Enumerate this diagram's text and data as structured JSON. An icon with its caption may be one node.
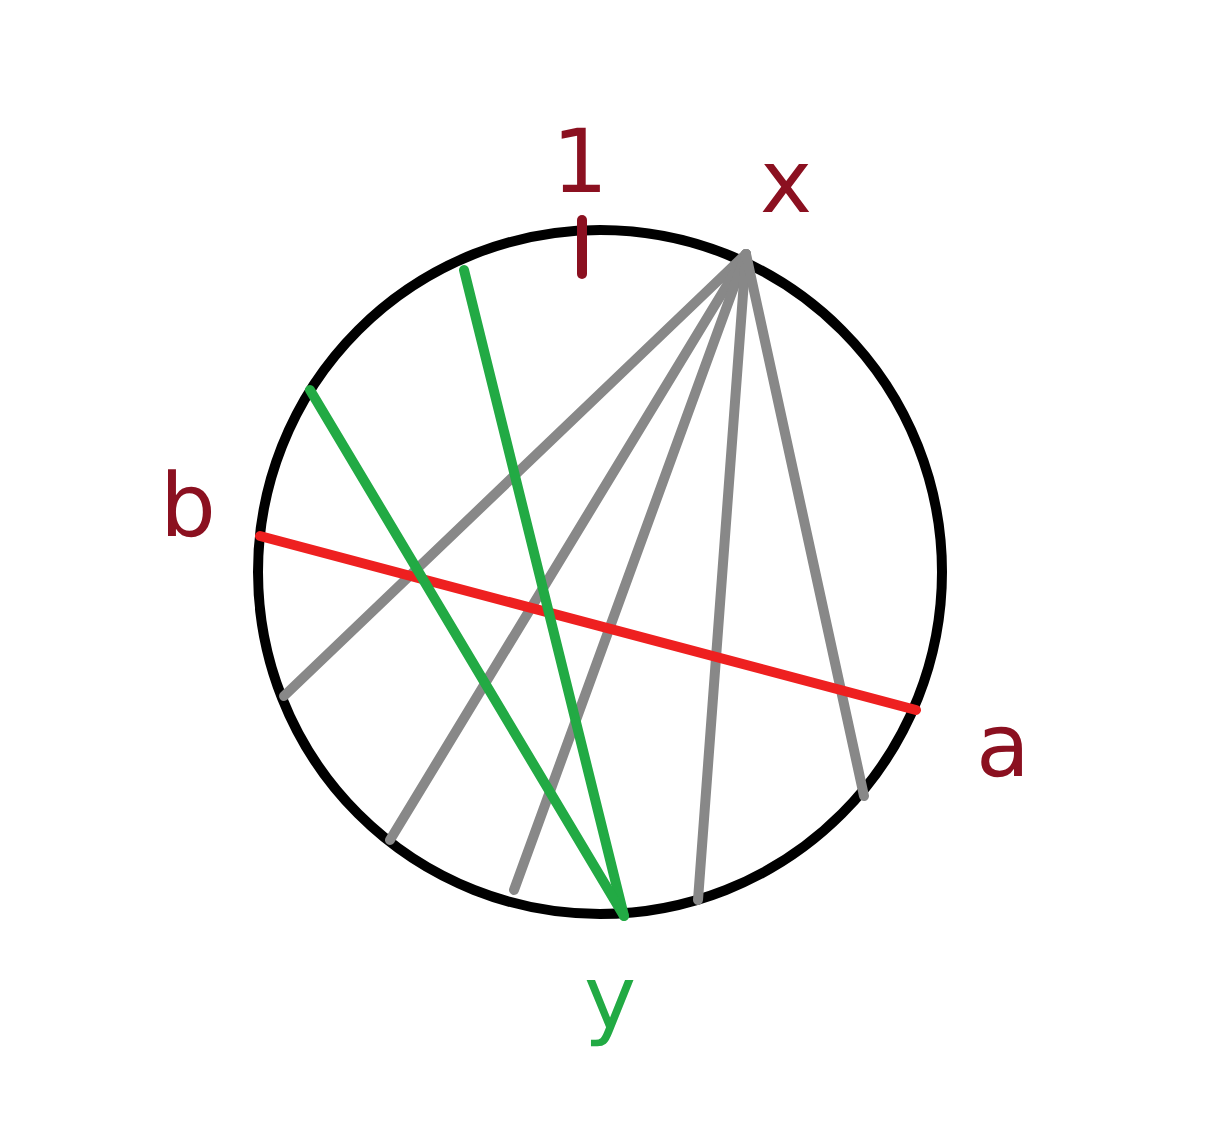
{
  "diagram": {
    "labels": [
      "1",
      "x",
      "b",
      "a",
      "y"
    ]
  }
}
